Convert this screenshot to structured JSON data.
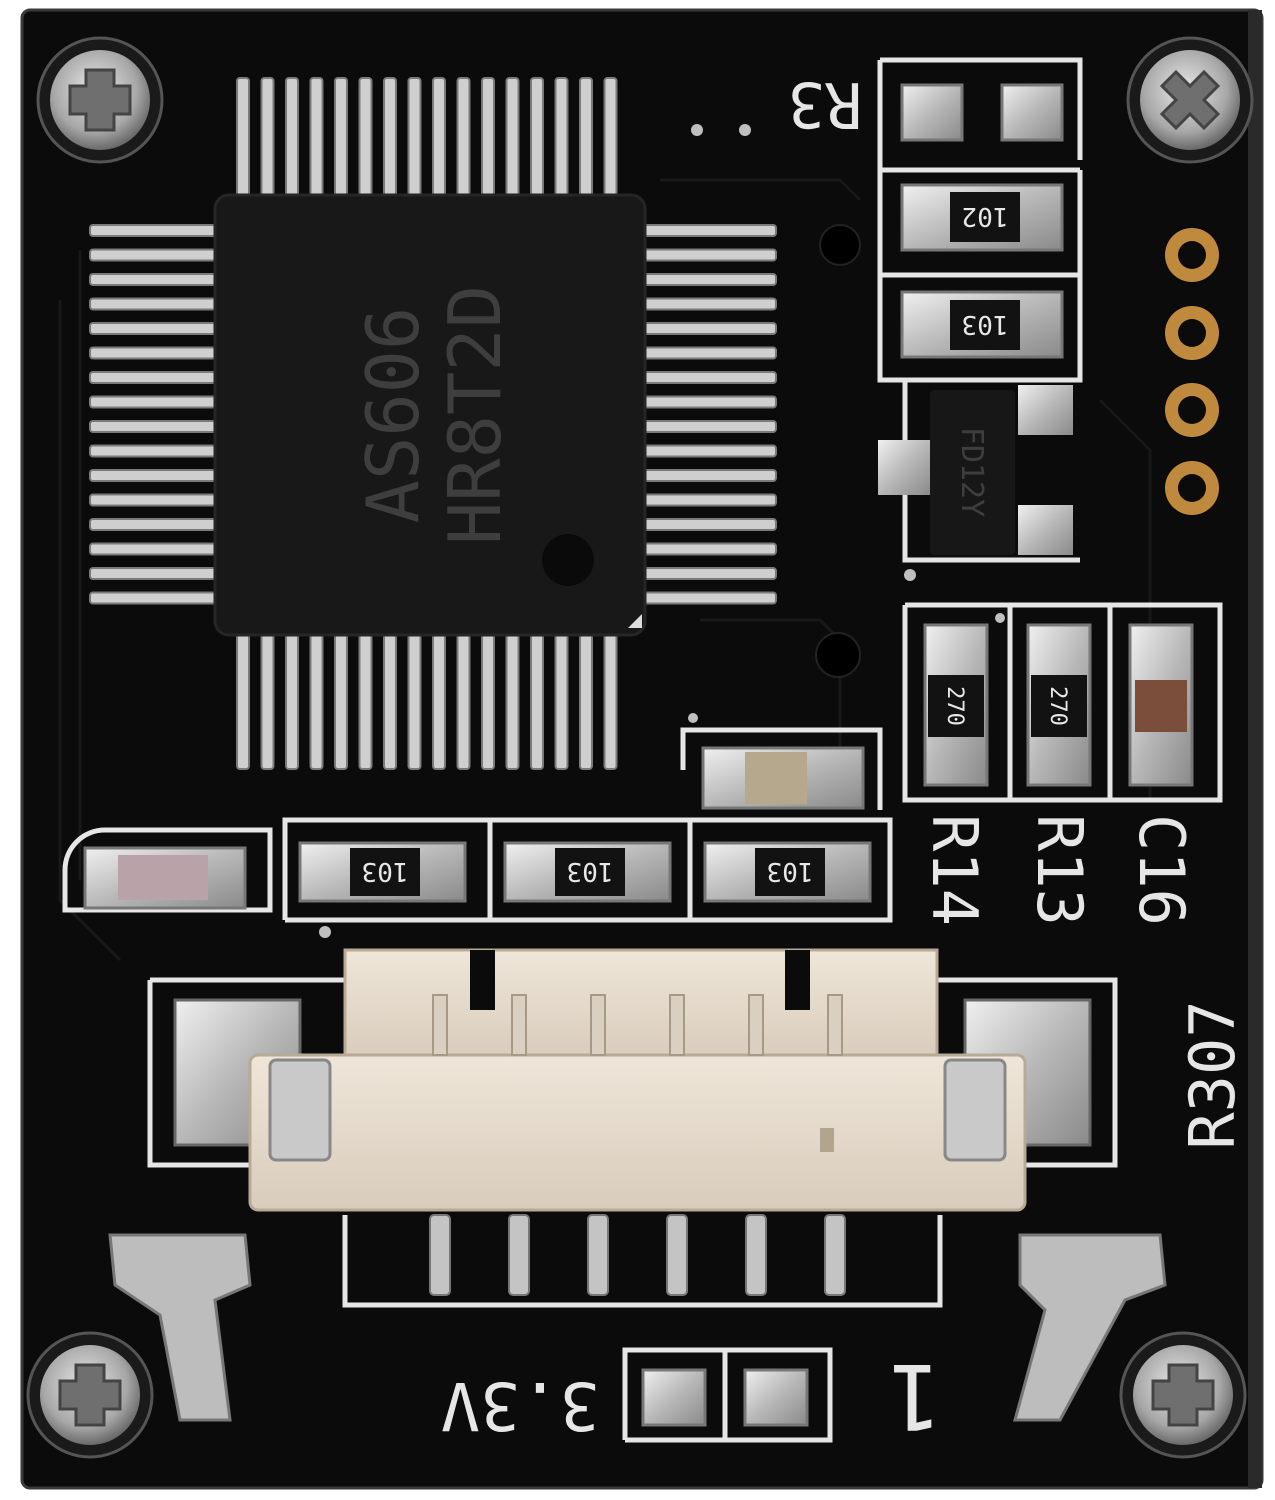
{
  "silkscreen": {
    "r3": "R3",
    "r14": "R14",
    "r13": "R13",
    "c16": "C16",
    "r307": "R307",
    "v33": "3.3V",
    "pin1": "1"
  },
  "chip": {
    "line1": "AS606",
    "line2": "HR8T2D"
  },
  "parts": {
    "resistor_102": "102",
    "resistor_103_a": "103",
    "resistor_103_b": "103",
    "resistor_103_c": "103",
    "resistor_103_d": "103",
    "resistor_270_a": "270",
    "resistor_270_b": "270",
    "regulator": "FD12Y"
  },
  "colors": {
    "pcb": "#0b0b0b",
    "silkscreen": "#e6e6e6",
    "pad": "#c9c9c9",
    "gold": "#c08a3e",
    "connector": "#e7dccd",
    "chip": "#181818"
  }
}
